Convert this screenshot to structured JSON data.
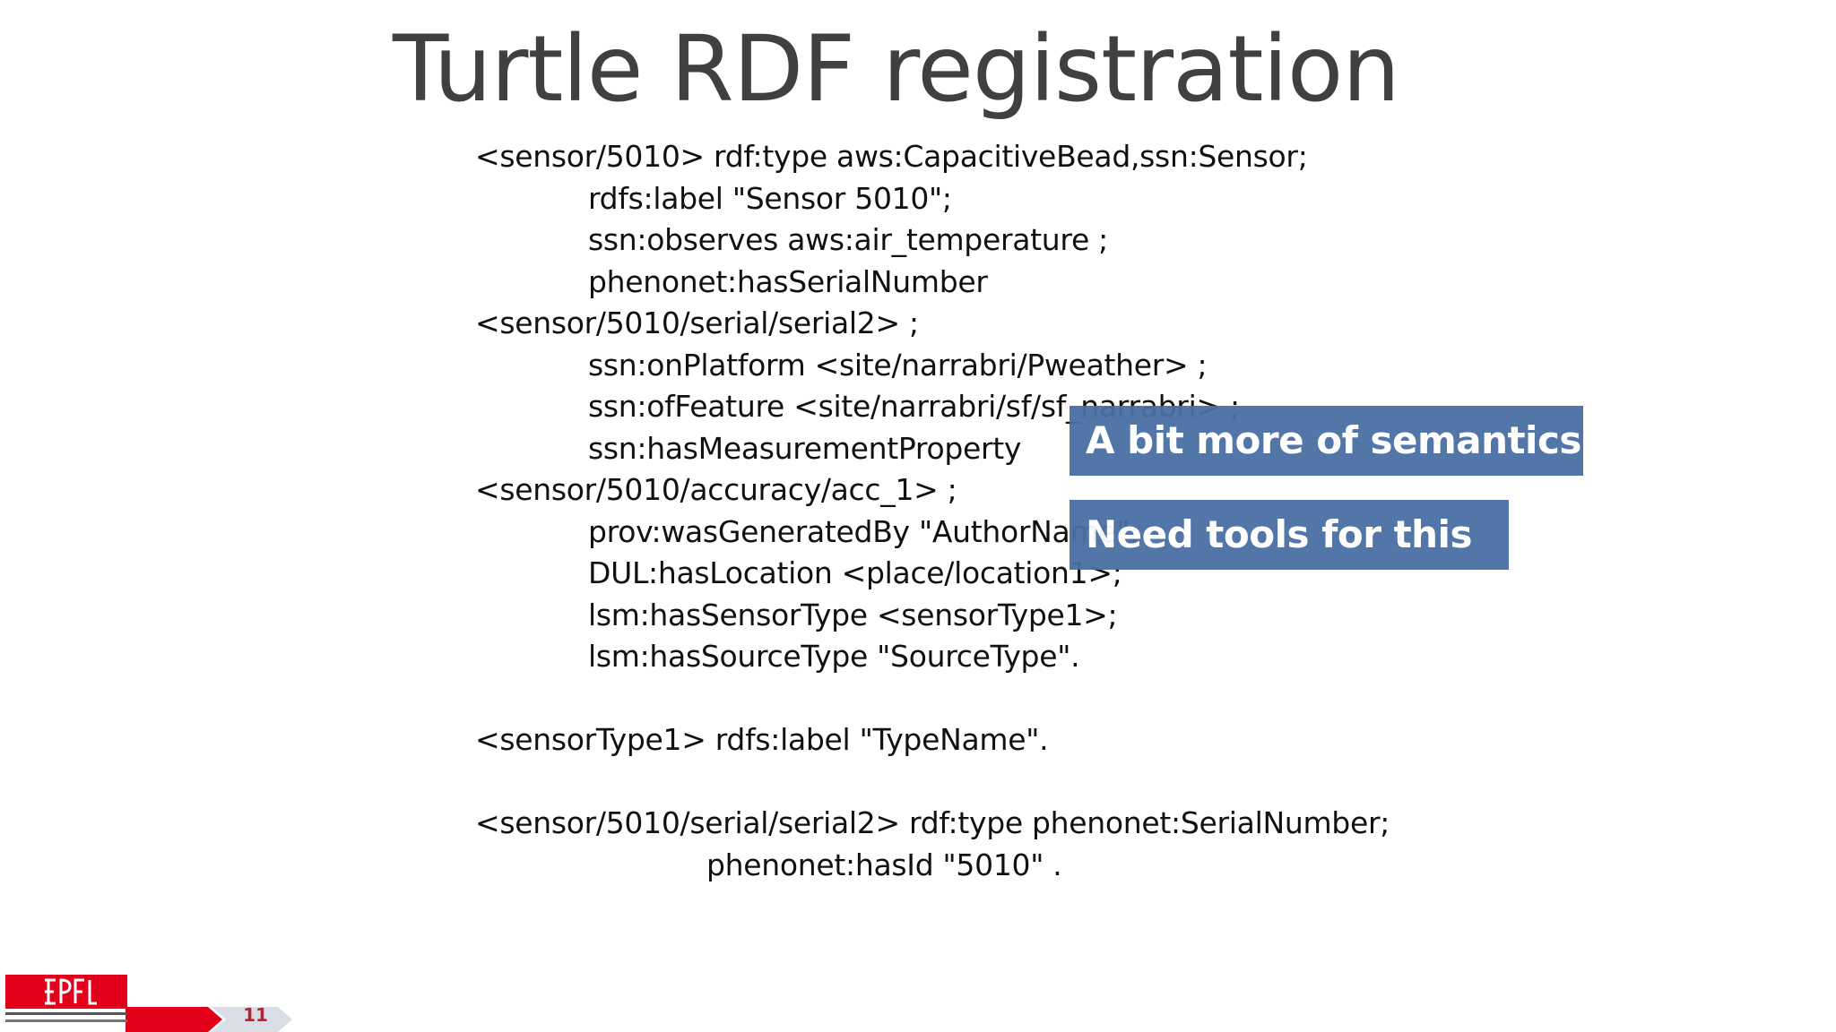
{
  "slide": {
    "title": "Turtle RDF registration",
    "code_lines": [
      {
        "text": "<sensor/5010> rdf:type aws:CapacitiveBead,ssn:Sensor;",
        "indent": 0
      },
      {
        "text": "rdfs:label \"Sensor 5010\";",
        "indent": 1
      },
      {
        "text": "ssn:observes aws:air_temperature ;",
        "indent": 1
      },
      {
        "text": "phenonet:hasSerialNumber",
        "indent": 1
      },
      {
        "text": "<sensor/5010/serial/serial2> ;",
        "indent": 0
      },
      {
        "text": "ssn:onPlatform <site/narrabri/Pweather> ;",
        "indent": 1
      },
      {
        "text": "ssn:ofFeature <site/narrabri/sf/sf_narrabri> ;",
        "indent": 1
      },
      {
        "text": "ssn:hasMeasurementProperty",
        "indent": 1
      },
      {
        "text": "<sensor/5010/accuracy/acc_1> ;",
        "indent": 0
      },
      {
        "text": "prov:wasGeneratedBy \"AuthorName\";",
        "indent": 1
      },
      {
        "text": "DUL:hasLocation <place/location1>;",
        "indent": 1
      },
      {
        "text": "lsm:hasSensorType <sensorType1>;",
        "indent": 1
      },
      {
        "text": "lsm:hasSourceType \"SourceType\".",
        "indent": 1
      },
      {
        "text": "",
        "indent": 0
      },
      {
        "text": "<sensorType1> rdfs:label \"TypeName\".",
        "indent": 0
      },
      {
        "text": "",
        "indent": 0
      },
      {
        "text": "<sensor/5010/serial/serial2> rdf:type phenonet:SerialNumber;",
        "indent": 0
      },
      {
        "text": "phenonet:hasId \"5010\" .",
        "indent": 2
      }
    ],
    "callouts": [
      {
        "text": "A bit more of semantics"
      },
      {
        "text": "Need tools for this"
      }
    ],
    "footer": {
      "page_number": "11",
      "logo_icon": "epfl-logo-icon",
      "accent_color": "#e2001a",
      "callout_color": "#4a6fa5"
    }
  }
}
